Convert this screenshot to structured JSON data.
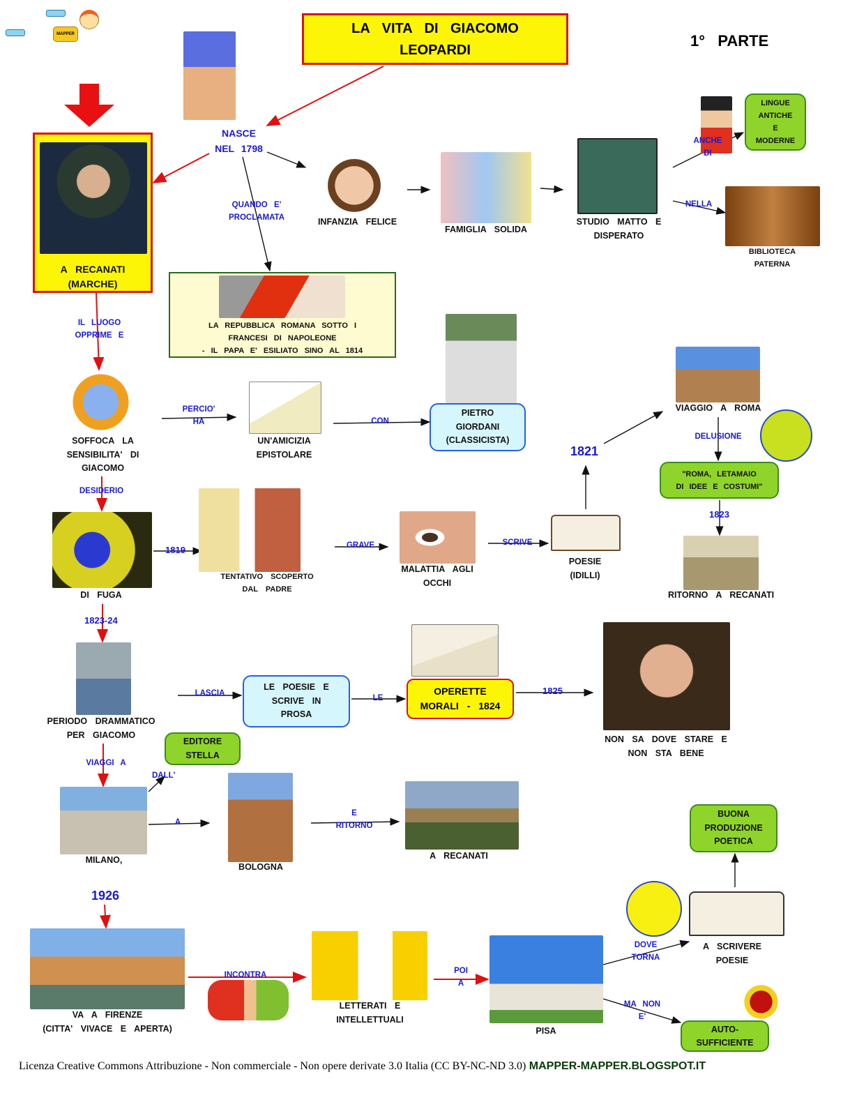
{
  "title": {
    "line1": "LA   VITA   DI   GIACOMO",
    "line2": "LEOPARDI"
  },
  "part": "1°   PARTE",
  "logo_text": "MAPPER",
  "nodes": {
    "recanati": [
      "A    RECANATI",
      "(MARCHE)"
    ],
    "nasce": [
      "NASCE",
      "NEL    1798"
    ],
    "napoleon": [
      "LA    REPUBBLICA    ROMANA    SOTTO   I",
      "FRANCESI   DI   NAPOLEONE",
      "-  IL   PAPA   E'   ESILIATO   SINO   AL   1814"
    ],
    "infanzia": "INFANZIA     FELICE",
    "famiglia": "FAMIGLIA     SOLIDA",
    "studio": [
      "STUDIO    MATTO    E",
      "DISPERATO"
    ],
    "lingue": [
      "LINGUE",
      "ANTICHE",
      "E",
      "MODERNE"
    ],
    "biblioteca": [
      "BIBLIOTECA",
      "PATERNA"
    ],
    "soffoca": [
      "SOFFOCA     LA",
      "SENSIBILITA'    DI",
      "GIACOMO"
    ],
    "amicizia": [
      "UN'AMICIZIA",
      "EPISTOLARE"
    ],
    "giordani": [
      "PIETRO",
      "GIORDANI",
      "(CLASSICISTA)"
    ],
    "viaggio_roma": "VIAGGIO    A    ROMA",
    "roma_quote": [
      "\"ROMA,       LETAMAIO",
      "DI   IDEE   E    COSTUMI\""
    ],
    "ritorno_recanati": "RITORNO    A     RECANATI",
    "fuga": "DI    FUGA",
    "tentativo": [
      "TENTATIVO        SCOPERTO",
      "DAL    PADRE"
    ],
    "malattia": [
      "MALATTIA     AGLI",
      "OCCHI"
    ],
    "poesie": [
      "POESIE",
      "(IDILLI)"
    ],
    "periodo": [
      "PERIODO      DRAMMATICO",
      "PER    GIACOMO"
    ],
    "poesie_prosa": [
      "LE    POESIE    E",
      "SCRIVE    IN",
      "PROSA"
    ],
    "operette": [
      "OPERETTE",
      "MORALI   -   1824"
    ],
    "non_sa": [
      "NON    SA    DOVE     STARE    E",
      "NON    STA    BENE"
    ],
    "editore": [
      "EDITORE",
      "STELLA"
    ],
    "milano": "MILANO,",
    "bologna": "BOLOGNA",
    "a_recanati": "A     RECANATI",
    "buona": [
      "BUONA",
      "PRODUZIONE",
      "POETICA"
    ],
    "scrivere": [
      "A      SCRIVERE",
      "POESIE"
    ],
    "firenze": [
      "VA   A    FIRENZE",
      "(CITTA'    VIVACE    E    APERTA)"
    ],
    "letterati": [
      "LETTERATI     E",
      "INTELLETTUALI"
    ],
    "pisa": "PISA",
    "auto": [
      "AUTO-",
      "SUFFICIENTE"
    ]
  },
  "links": {
    "quando": [
      "QUANDO    E'",
      "PROCLAMATA"
    ],
    "anche": [
      "ANCHE",
      "DI"
    ],
    "nella": "NELLA",
    "luogo": [
      "IL    LUOGO",
      "OPPRIME    E"
    ],
    "percio": [
      "PERCIO'",
      "HA"
    ],
    "con": "CON",
    "delusione": "DELUSIONE",
    "y1823": "1823",
    "y1821": "1821",
    "desiderio": "DESIDERIO",
    "y1819": "1819",
    "grave": "GRAVE",
    "scrive": "SCRIVE",
    "y1823_24": "1823-24",
    "lascia": "LASCIA",
    "le": "LE",
    "y1825": "1825",
    "viaggi": "VIAGGI    A",
    "dall": "DALL'",
    "a": "A",
    "e_ritorno": [
      "E",
      "RITORNO"
    ],
    "y1926": "1926",
    "incontra": "INCONTRA",
    "poi_a": [
      "POI",
      "A"
    ],
    "dove_torna": [
      "DOVE",
      "TORNA"
    ],
    "ma_non": [
      "MA     NON",
      "E'"
    ]
  },
  "footer": {
    "license": "Licenza Creative Commons Attribuzione - Non commerciale - Non opere derivate 3.0 Italia (CC BY-NC-ND 3.0)",
    "site": "MAPPER-MAPPER.BLOGSPOT.IT"
  }
}
